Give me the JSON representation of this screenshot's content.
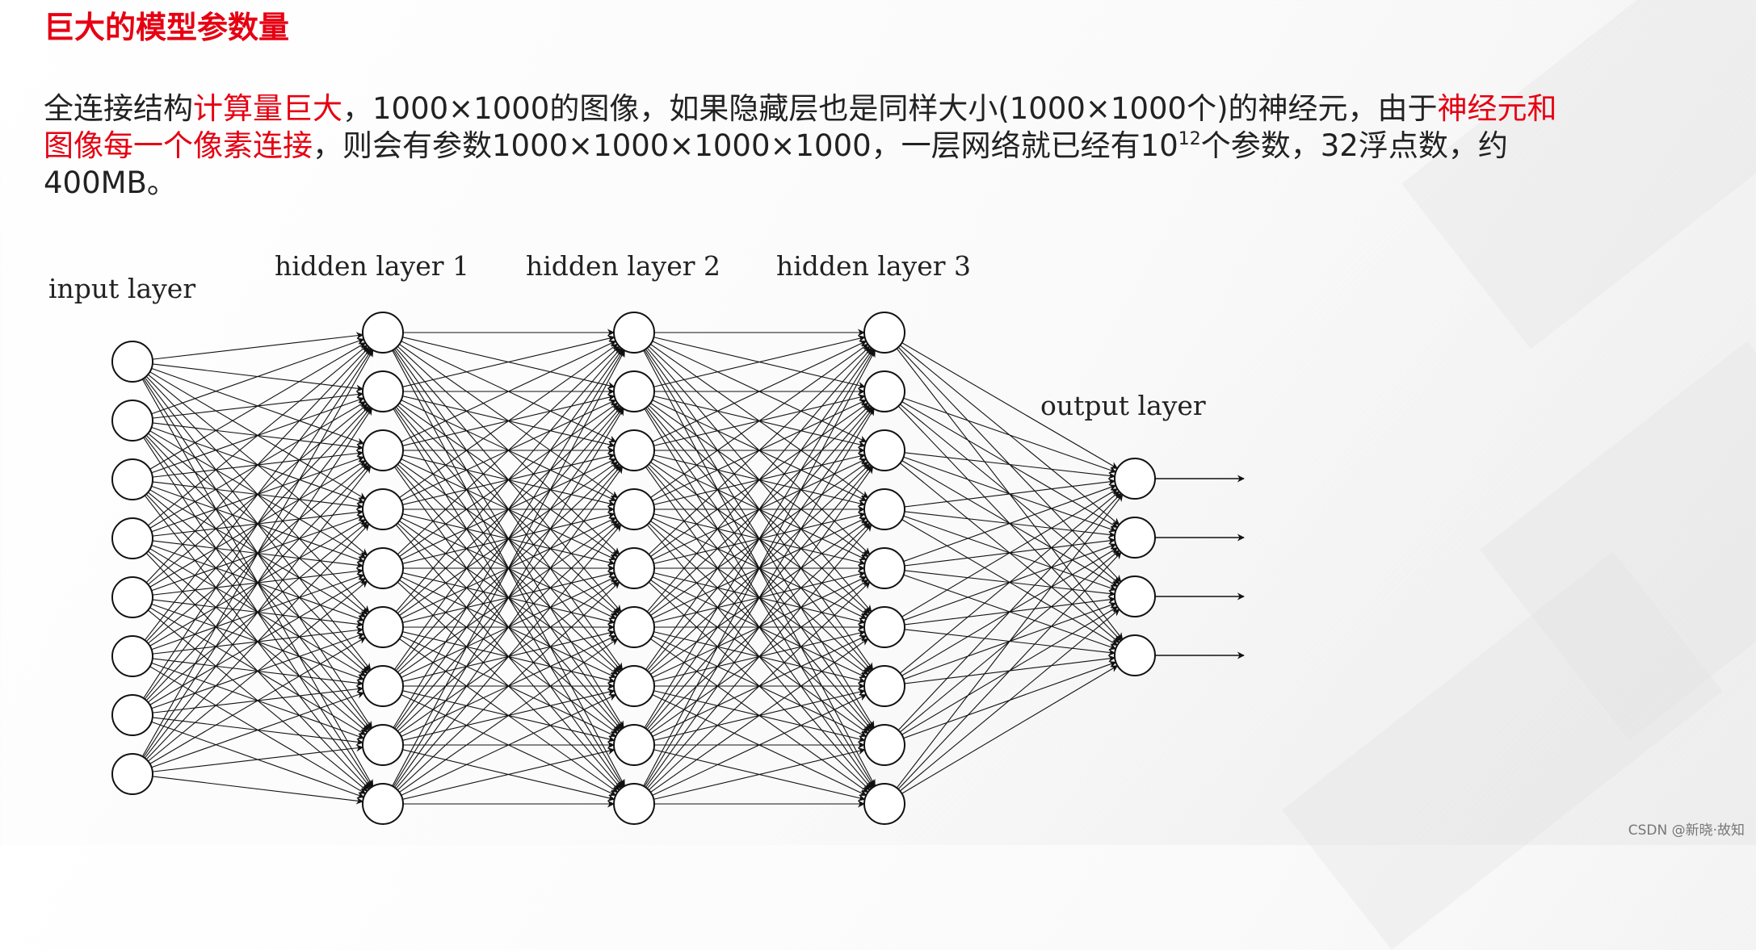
{
  "slide": {
    "title": "巨大的模型参数量",
    "description": {
      "p1": "全连接结构",
      "h1": "计算量巨大",
      "p2": "，1000×1000的图像，如果隐藏层也是同样大小(1000×1000个)的神经元，由于",
      "h2": "神经元和图像每一个像素连接",
      "p3": "，则会有参数1000×1000×1000×1000，一层网络就已经有10",
      "sup": "12",
      "p4": "个参数，32浮点数，约400MB。"
    }
  },
  "diagram": {
    "layers": [
      {
        "label": "input layer",
        "nodes": 8
      },
      {
        "label": "hidden layer 1",
        "nodes": 9
      },
      {
        "label": "hidden layer 2",
        "nodes": 9
      },
      {
        "label": "hidden layer 3",
        "nodes": 9
      },
      {
        "label": "output layer",
        "nodes": 4
      }
    ],
    "colors": {
      "stroke": "#111111",
      "node_fill": "#ffffff"
    }
  },
  "watermark": "CSDN @新晓·故知"
}
